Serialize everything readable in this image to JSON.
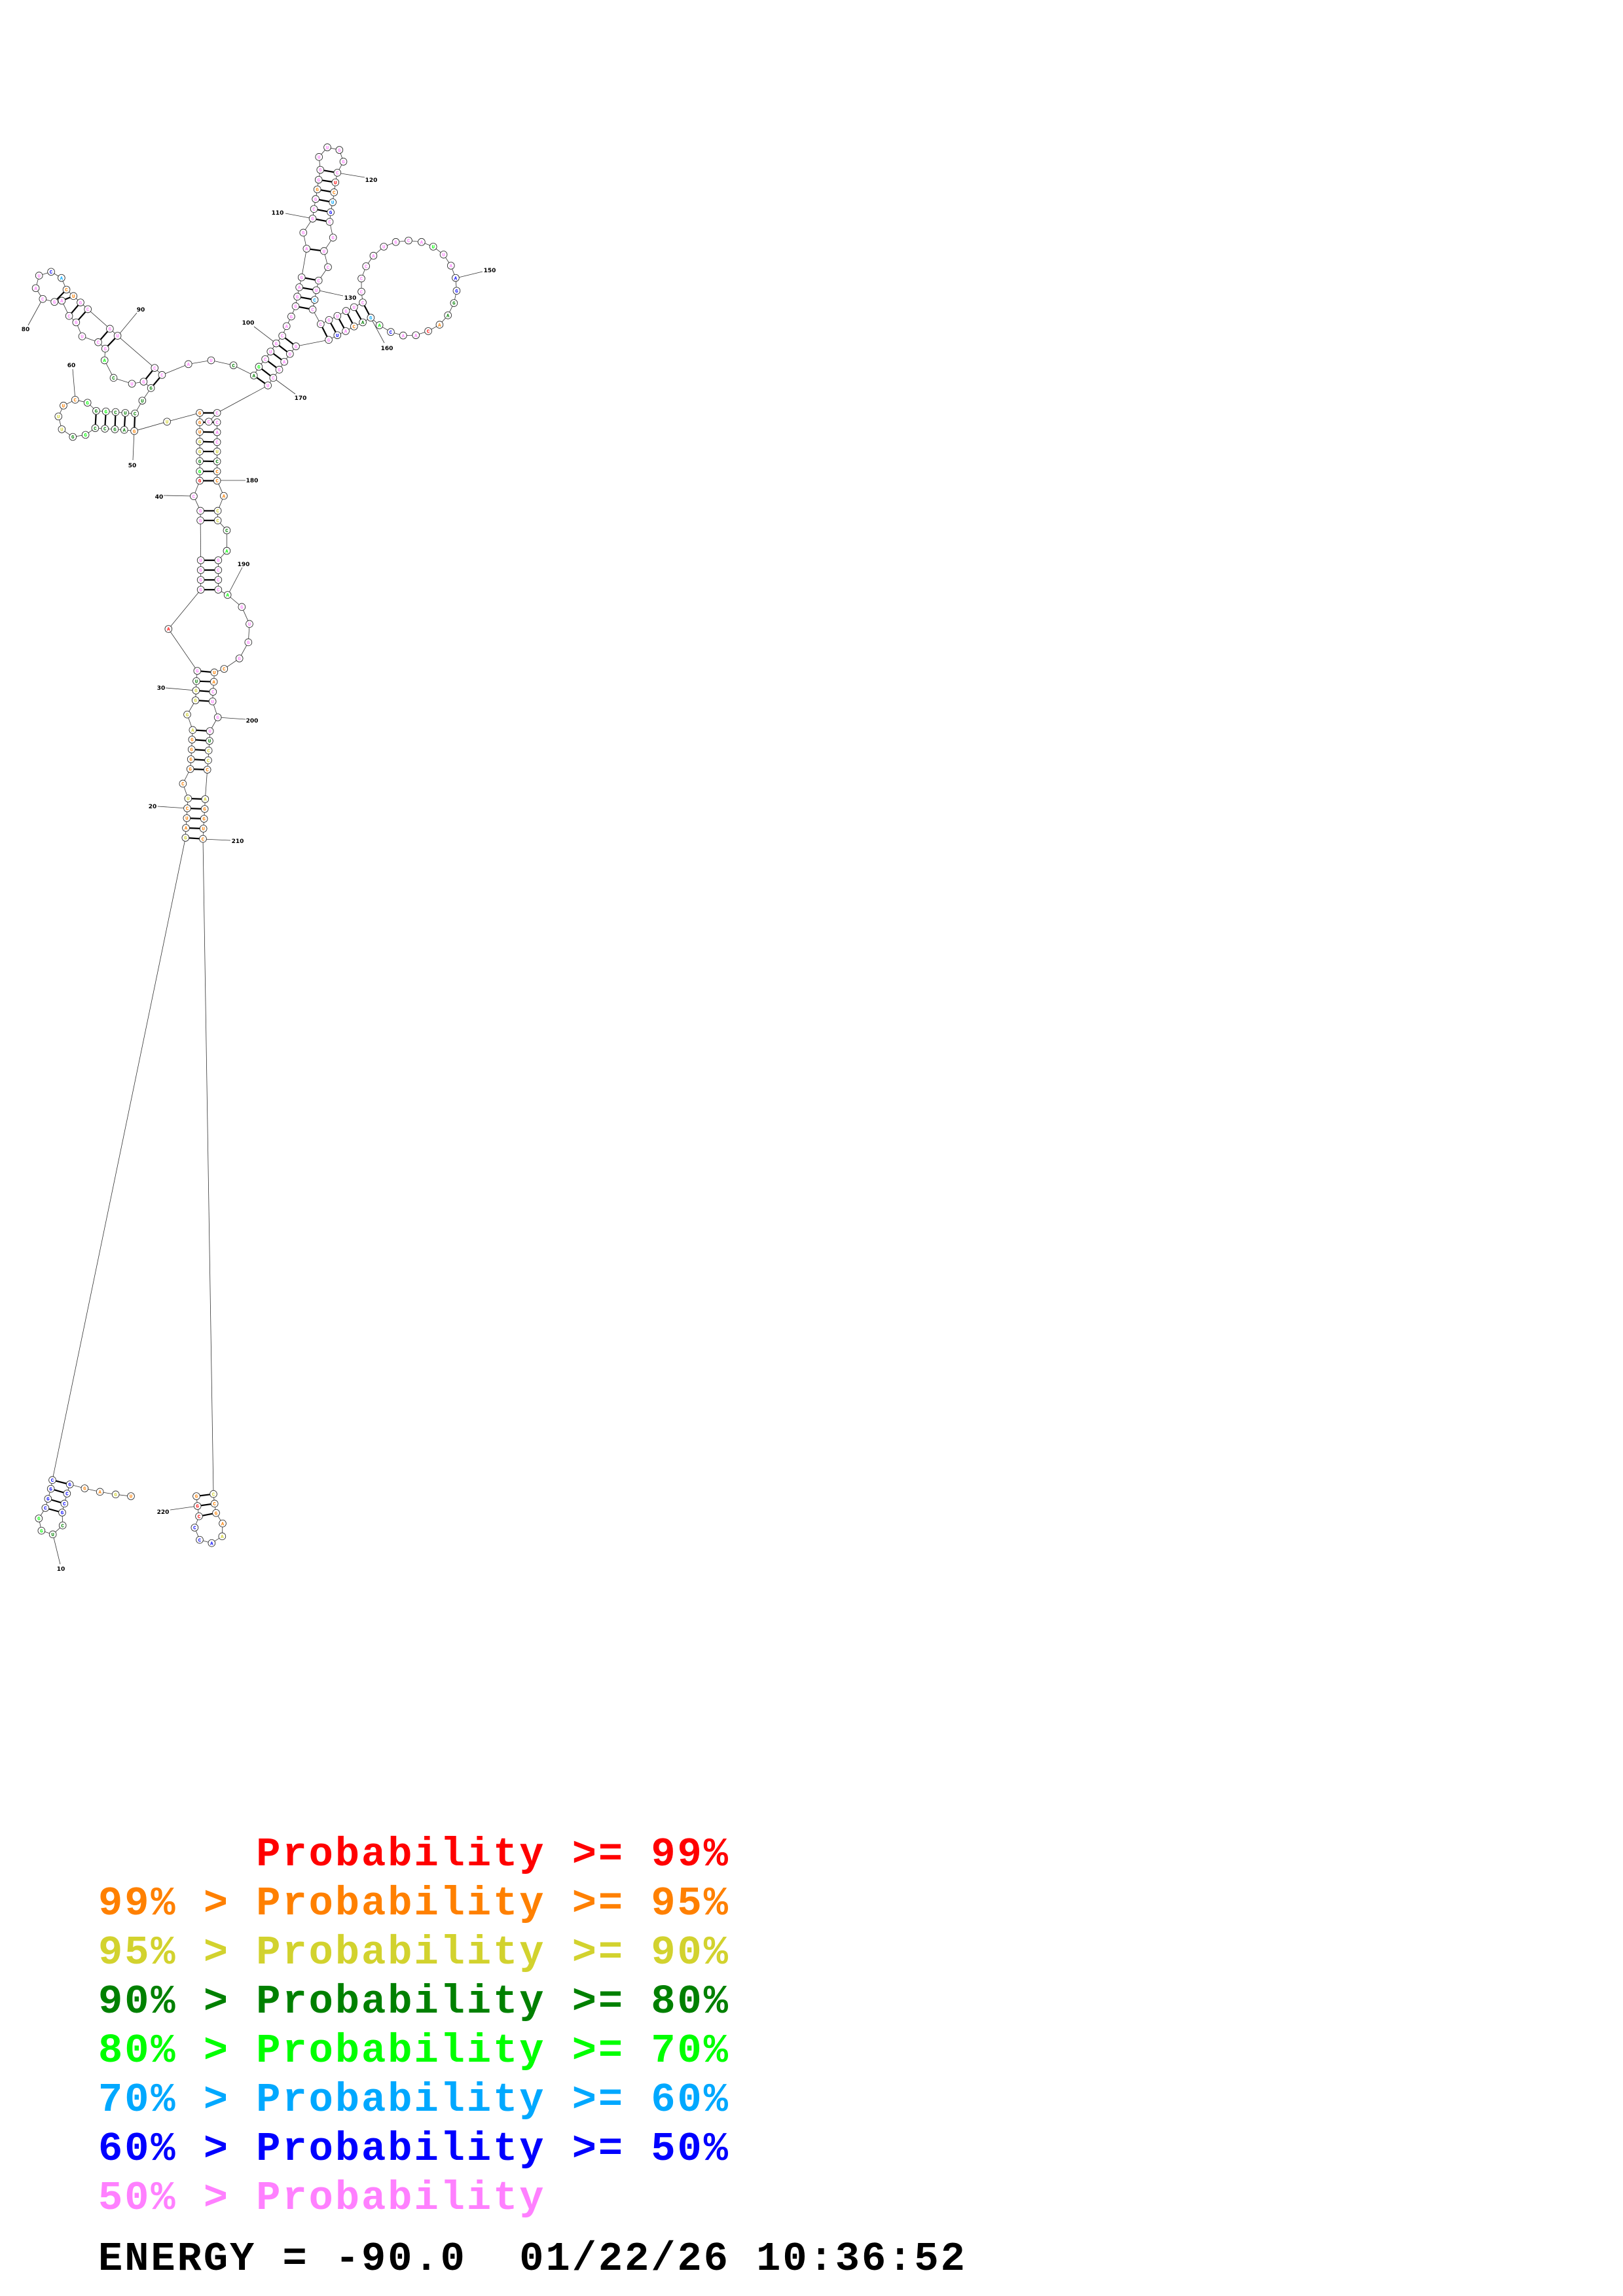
{
  "structure": {
    "sequence": "UGAGGCCGCUGGCGGCGAUCUCGGGGAGGGUGAGGGUGGCGGGGGUGGUGAGCCGGUUUCGGGCUCUGGUCAGCUGCAGCAUCACUGCGUCCAUCAGCUGCAGGGAGAGGCGGGGUUGGCUCUGCGUCCUCCCGUGUCCCCAUGCAUUAAGGAACAACAGACAUGGUAGCUCCCACUCCCACCCAGCCCAGUGGCUACUGUUCCCAGGUCCCGAAACCCGG",
    "probability_classes": "oyoobbbbggllbbbbyoooyoooooyyyygprppppppprlgyyoooyogggglgyyoolglgggggppglppppppppppbcooppppppppgglpppppppppppppppoppppppprocbppppppcppppppppppppppplppbbggorppblcgopbppppppppppppygoooyyglpppplppppoooppppgyyoyooooyoooybbbrroglbbb",
    "number_labels": [
      "10",
      "20",
      "30",
      "40",
      "50",
      "60",
      "80",
      "90",
      "100",
      "110",
      "120",
      "130",
      "150",
      "160",
      "170",
      "180",
      "190",
      "200",
      "210",
      "220"
    ]
  },
  "colors": {
    "r": "#ff0000",
    "o": "#ff8000",
    "y": "#d2d22e",
    "g": "#008000",
    "l": "#00ff00",
    "c": "#00a8ff",
    "b": "#0000ff",
    "p": "#ff80ff"
  },
  "legend": {
    "rows": [
      {
        "text": "      Probability >= 99%",
        "color": "#ff0000"
      },
      {
        "text": "99% > Probability >= 95%",
        "color": "#ff8000"
      },
      {
        "text": "95% > Probability >= 90%",
        "color": "#d2d22e"
      },
      {
        "text": "90% > Probability >= 80%",
        "color": "#008000"
      },
      {
        "text": "80% > Probability >= 70%",
        "color": "#00ff00"
      },
      {
        "text": "70% > Probability >= 60%",
        "color": "#00a8ff"
      },
      {
        "text": "60% > Probability >= 50%",
        "color": "#0000ff"
      },
      {
        "text": "50% > Probability",
        "color": "#ff80ff"
      }
    ],
    "energy_line": "ENERGY = -90.0  01/22/26 10:36:52"
  }
}
